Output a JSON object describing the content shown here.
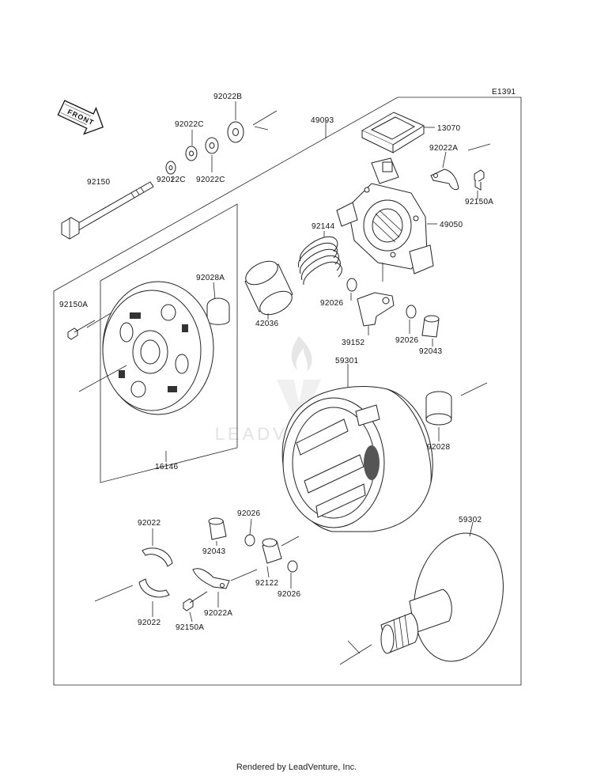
{
  "diagram_code": "E1391",
  "front_label": "FRONT",
  "watermark": "LEADVENTURE",
  "footer": "Rendered by LeadVenture, Inc.",
  "parts": {
    "p92022B": "92022B",
    "p92022C_a": "92022C",
    "p92022C_b": "92022C",
    "p92022C_c": "92022C",
    "p49093": "49093",
    "p13070": "13070",
    "p92022A_top": "92022A",
    "p92150A_top": "92150A",
    "p92150": "92150",
    "p49050": "49050",
    "p92144": "92144",
    "p92028A": "92028A",
    "p92150A_left": "92150A",
    "p42036": "42036",
    "p92026_a": "92026",
    "p39152": "39152",
    "p92026_b": "92026",
    "p92043_a": "92043",
    "p59301": "59301",
    "p92028": "92028",
    "p16146": "16146",
    "p92022_a": "92022",
    "p92026_c": "92026",
    "p92043_b": "92043",
    "p92122": "92122",
    "p92026_d": "92026",
    "p59302": "59302",
    "p92022_b": "92022",
    "p92022A_bottom": "92022A",
    "p92150A_bottom": "92150A"
  }
}
